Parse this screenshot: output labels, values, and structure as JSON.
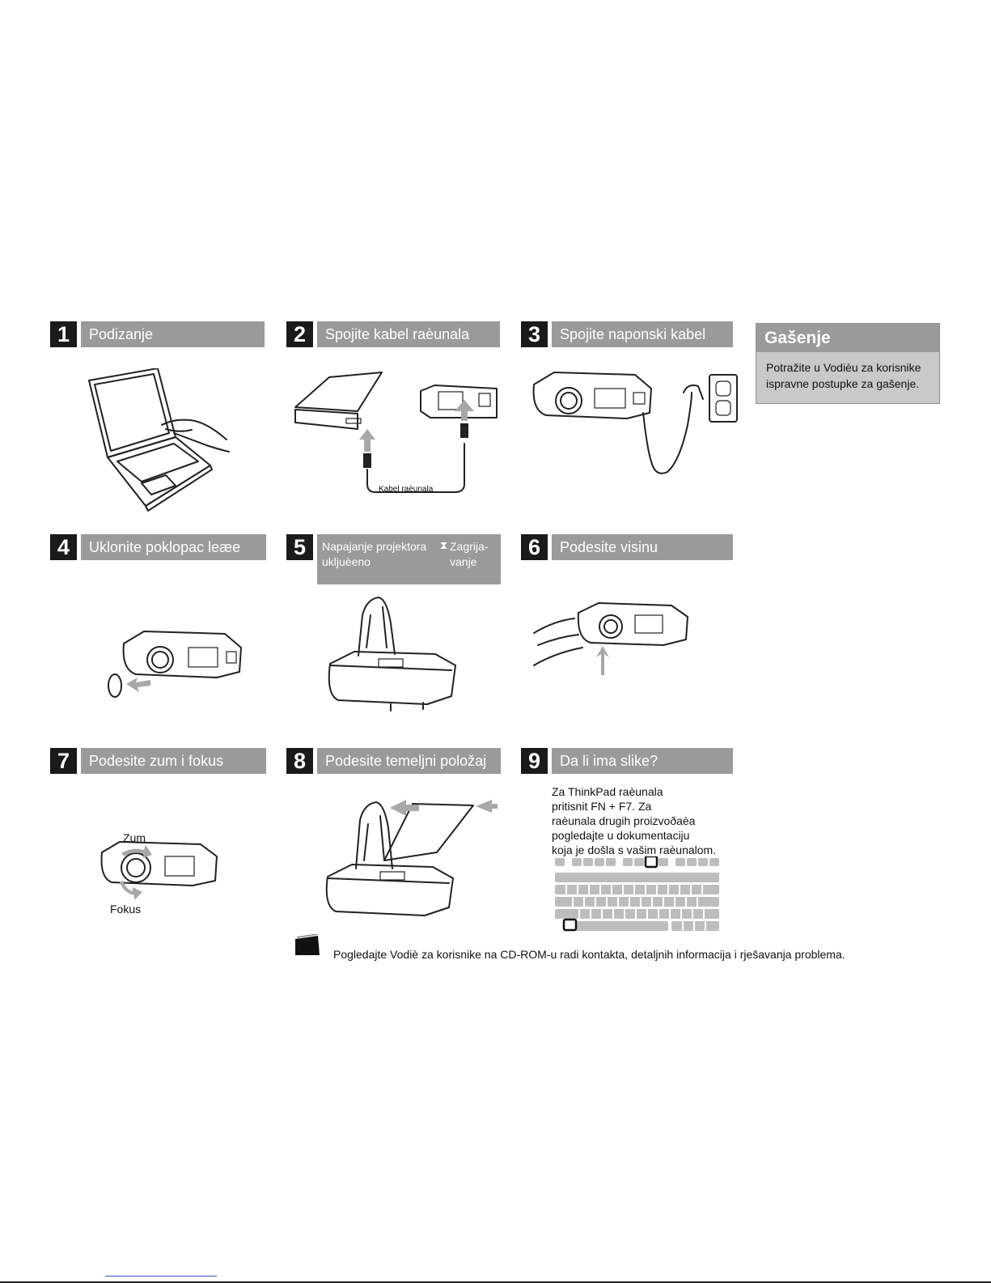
{
  "steps": [
    {
      "num": "1",
      "title": "Podizanje"
    },
    {
      "num": "2",
      "title": "Spojite kabel raèunala",
      "cable_label": "Kabel raèunala"
    },
    {
      "num": "3",
      "title": "Spojite naponski kabel"
    },
    {
      "num": "4",
      "title": "Uklonite poklopac leæe"
    },
    {
      "num": "5",
      "title_left": "Napajanje projektora\nuklјuèeno",
      "title_right": "Zagrija-\nvanje"
    },
    {
      "num": "6",
      "title": "Podesite visinu"
    },
    {
      "num": "7",
      "title": "Podesite zum i fokus",
      "zoom_label": "Zum",
      "focus_label": "Fokus"
    },
    {
      "num": "8",
      "title": "Podesite temeljni položaj"
    },
    {
      "num": "9",
      "title": "Da li ima slike?",
      "text": "Za ThinkPad raèunala\npritisnit FN + F7. Za\nraèunala drugih proizvoðaèa\npogledajte u dokumentaciju\nkoja je došla s vašim raèunalom."
    }
  ],
  "shutdown": {
    "title": "Gašenje",
    "text": "Potražite u Vodièu za korisnike\nispravne postupke za gašenje."
  },
  "footer": {
    "text": "Pogledajte Vodiè za korisnike na CD-ROM-u radi kontakta, detaljnih informacija i rješavanja problema."
  }
}
